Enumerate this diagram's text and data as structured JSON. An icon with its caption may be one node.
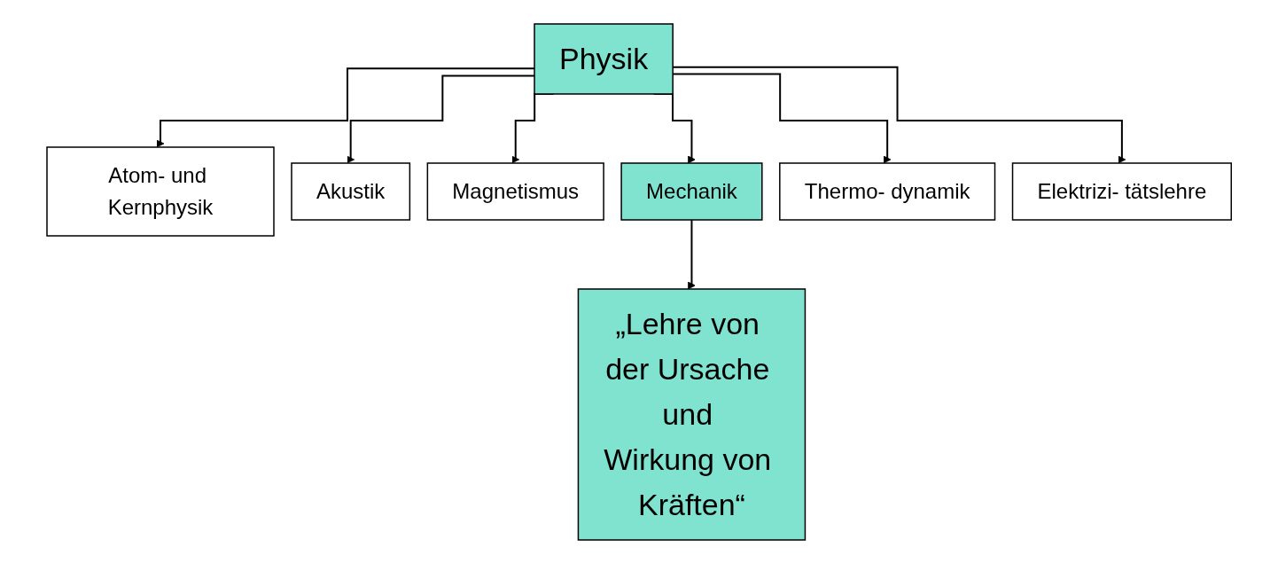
{
  "diagram": {
    "nodes": [
      {
        "text": [
          "Physik"
        ]
      },
      {
        "text": [
          "Atom- und Kernphysik"
        ]
      },
      {
        "text": [
          "Akustik"
        ]
      },
      {
        "text": [
          "Magnetismus"
        ]
      },
      {
        "text": [
          "Mechanik"
        ]
      },
      {
        "text": [
          "Thermo- dynamik"
        ]
      },
      {
        "text": [
          "Elektrizi- tätslehre"
        ]
      },
      {
        "text": [
          "„Lehre von der Ursache und Wirkung von Kräften“"
        ]
      }
    ],
    "edges": [
      {
        "from": 0,
        "to": 1,
        "arrow": "to"
      },
      {
        "from": 0,
        "to": 2,
        "arrow": "to"
      },
      {
        "from": 0,
        "to": 3,
        "arrow": "to"
      },
      {
        "from": 0,
        "to": 4,
        "arrow": "to"
      },
      {
        "from": 0,
        "to": 5,
        "arrow": "to"
      },
      {
        "from": 0,
        "to": 6,
        "arrow": "to"
      },
      {
        "from": 4,
        "to": 7,
        "arrow": "to"
      }
    ]
  }
}
